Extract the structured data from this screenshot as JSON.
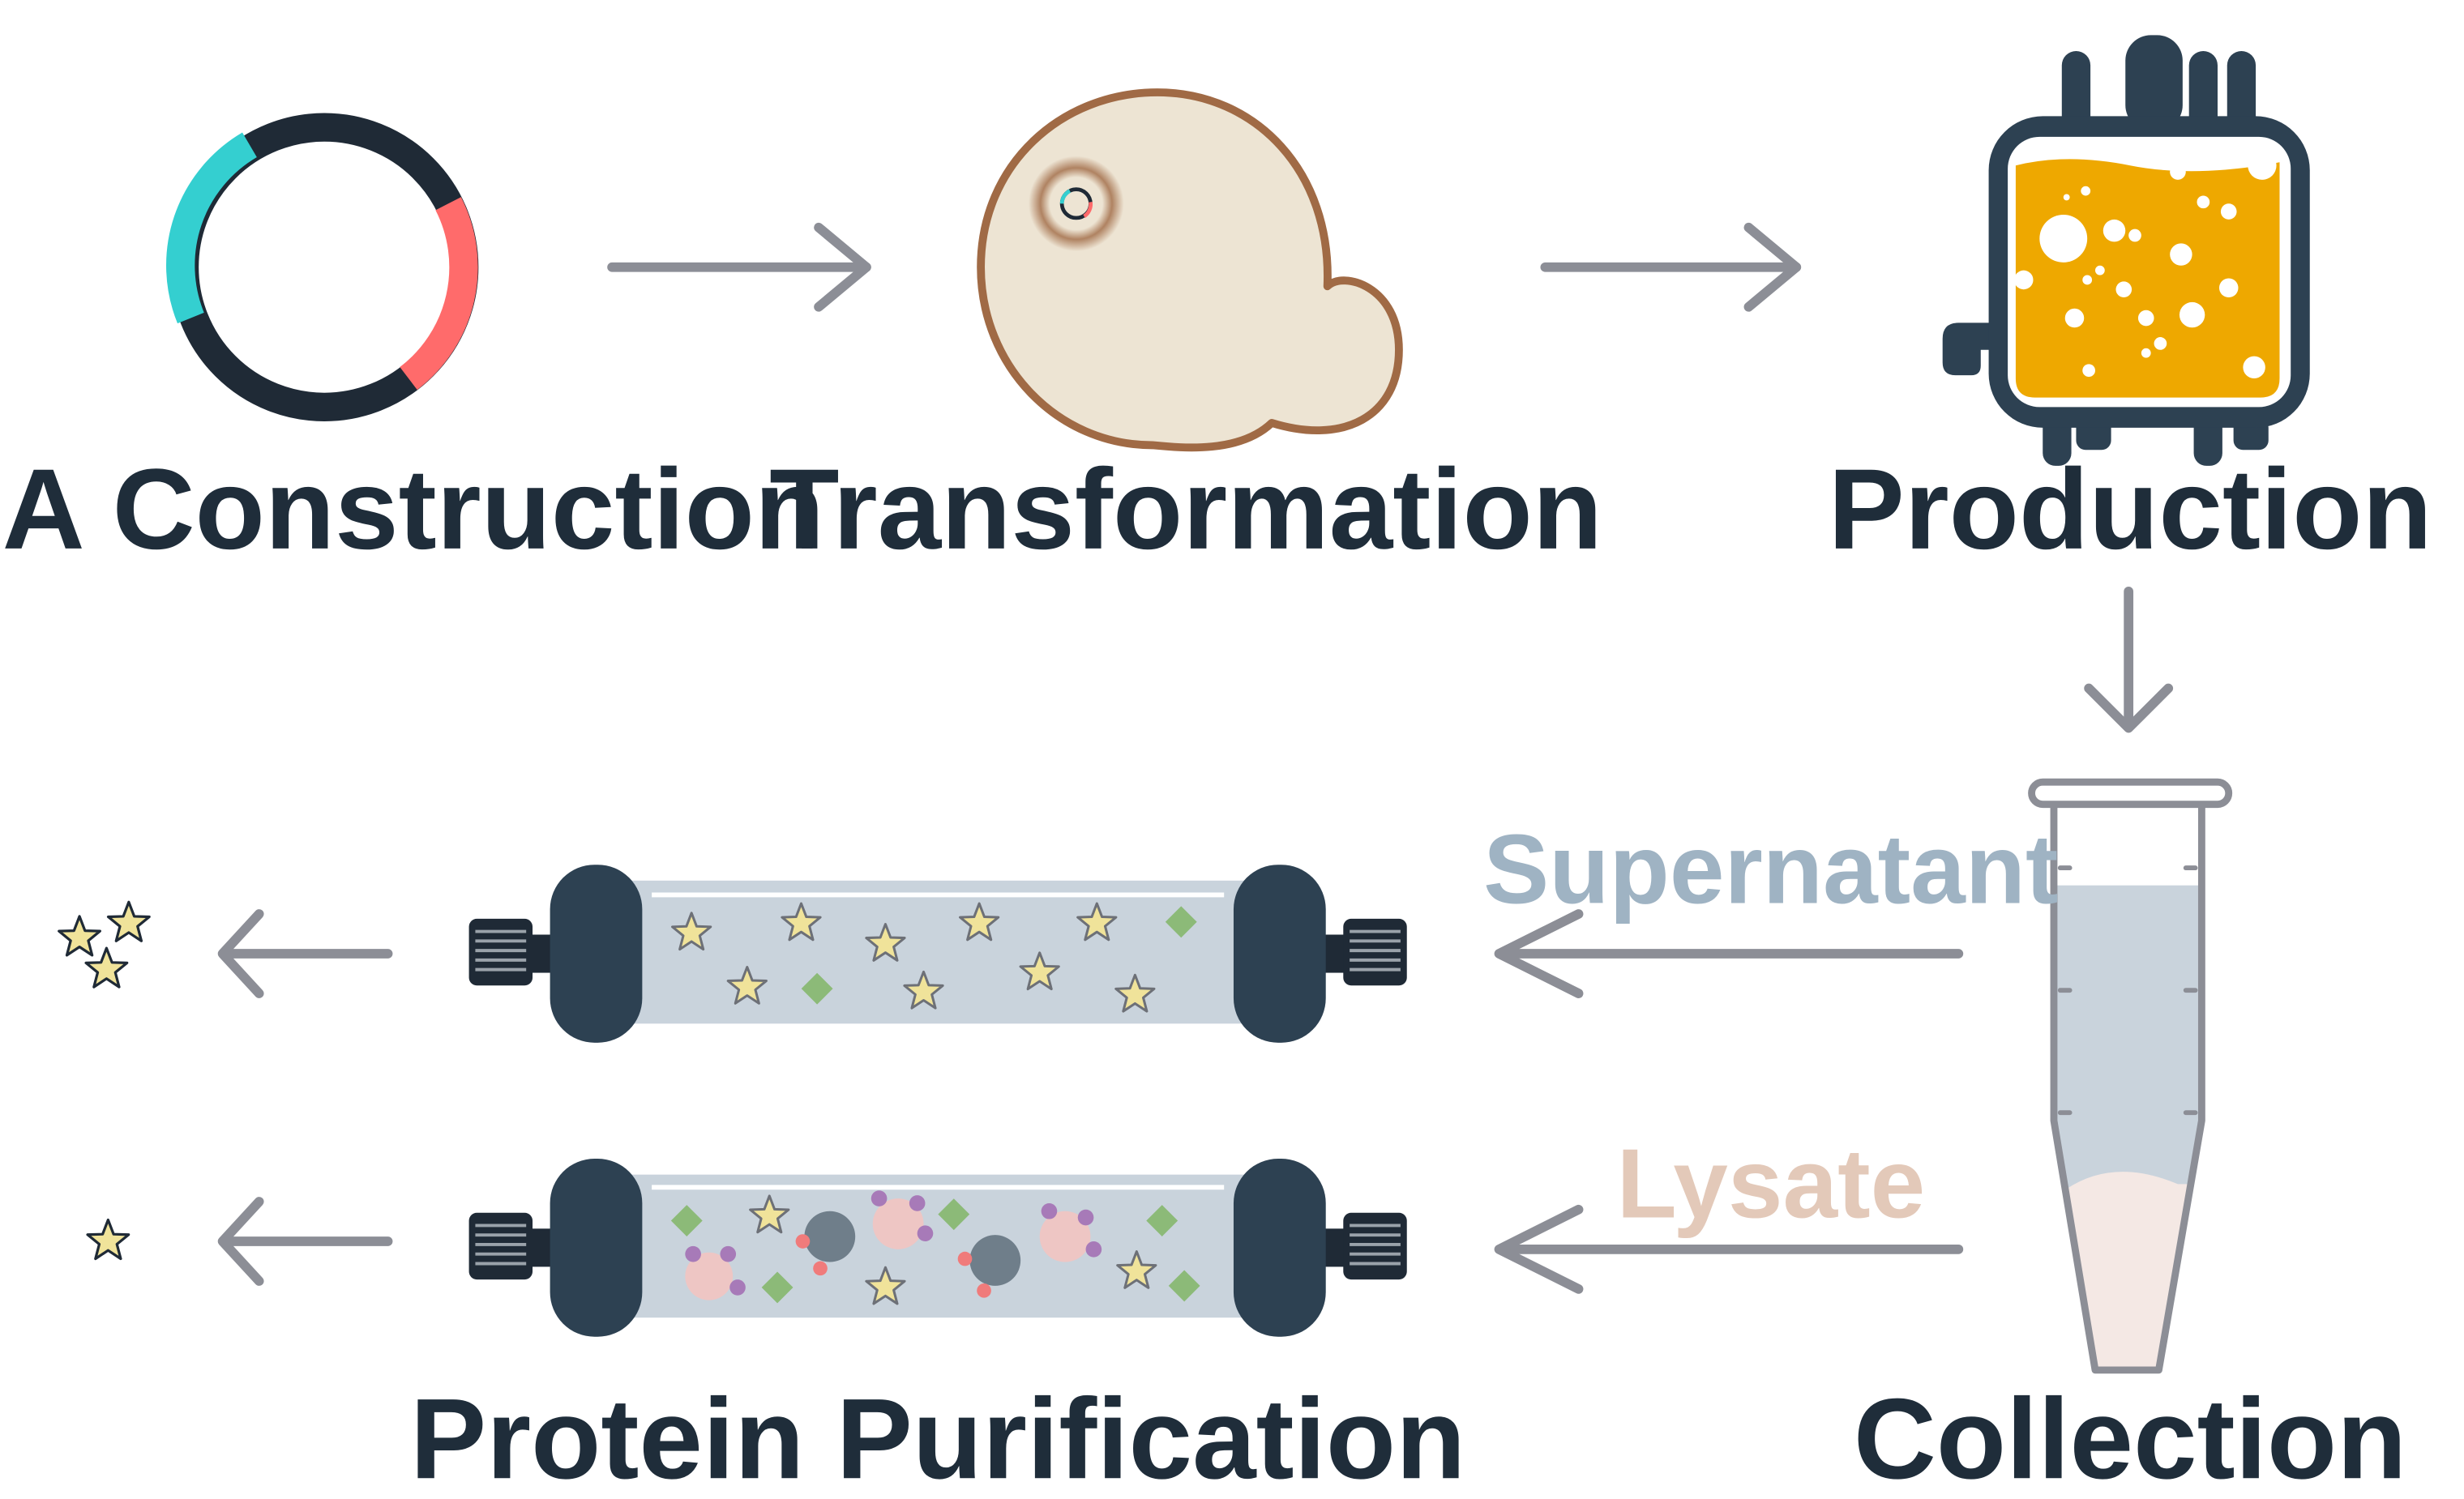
{
  "steps": {
    "dna_construction": "DNA Construction",
    "transformation": "Transformation",
    "production": "Production",
    "collection": "Collection",
    "protein_purification": "Protein Purification"
  },
  "flows": {
    "supernatant": "Supernatant",
    "lysate": "Lysate"
  },
  "colors": {
    "text": "#1f2d3a",
    "arrow": "#8c8e96",
    "supernatant": "#9fb3c3",
    "lysate": "#e3c9b9",
    "plasmid_dark": "#1f2a36",
    "plasmid_teal": "#34cfd0",
    "plasmid_red": "#ff6b6b",
    "yeast_fill": "#ede4d3",
    "yeast_outline": "#a06a45",
    "bioreactor_frame": "#2d4152",
    "broth": "#eea800",
    "column_cap": "#2d4152",
    "column_body": "#c9d3dc",
    "star_fill": "#f0e39a",
    "diamond": "#8cba78",
    "pink_particle": "#eec6c4",
    "purple_dot": "#a77ab8",
    "gray_particle": "#6f7e8a"
  }
}
